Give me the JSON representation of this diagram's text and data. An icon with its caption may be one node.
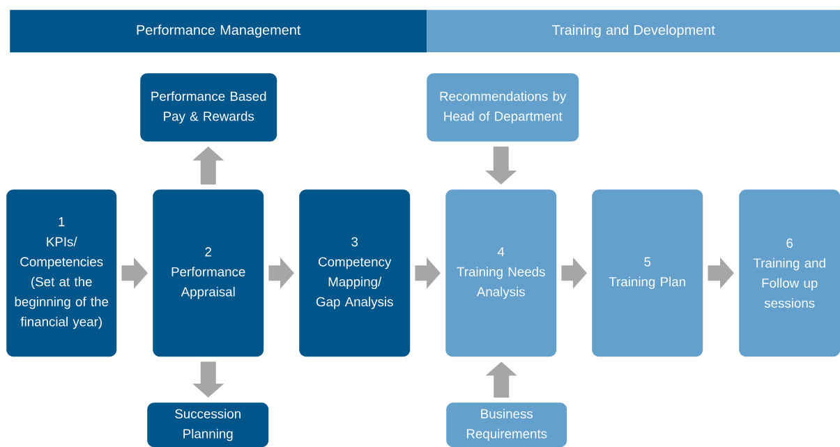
{
  "diagram": {
    "nodes": [
      {
        "text": [
          "Performance Management"
        ]
      },
      {
        "text": [
          "Training and Development"
        ]
      },
      {
        "text": [
          "Performance Based Pay & Rewards"
        ]
      },
      {
        "text": [
          "Recommendations by Head of Department"
        ]
      },
      {
        "text": [
          "1",
          "KPIs/ Competencies (Set at the beginning of the financial year)"
        ]
      },
      {
        "text": [
          "2",
          "Performance Appraisal"
        ]
      },
      {
        "text": [
          "3",
          "Competency Mapping/ Gap Analysis"
        ]
      },
      {
        "text": [
          "4",
          "Training Needs Analysis"
        ]
      },
      {
        "text": [
          "5",
          "Training Plan"
        ]
      },
      {
        "text": [
          "6",
          "Training and Follow up sessions"
        ]
      },
      {
        "text": [
          "Succession Planning"
        ]
      },
      {
        "text": [
          "Business Requirements"
        ]
      }
    ],
    "edges": [
      {
        "from": 4,
        "to": 5,
        "arrow": "to"
      },
      {
        "from": 5,
        "to": 6,
        "arrow": "to"
      },
      {
        "from": 6,
        "to": 7,
        "arrow": "to"
      },
      {
        "from": 7,
        "to": 8,
        "arrow": "to"
      },
      {
        "from": 8,
        "to": 9,
        "arrow": "to"
      },
      {
        "from": 5,
        "to": 2,
        "arrow": "to"
      },
      {
        "from": 5,
        "to": 10,
        "arrow": "to"
      },
      {
        "from": 3,
        "to": 7,
        "arrow": "to"
      },
      {
        "from": 11,
        "to": 7,
        "arrow": "to"
      }
    ]
  }
}
